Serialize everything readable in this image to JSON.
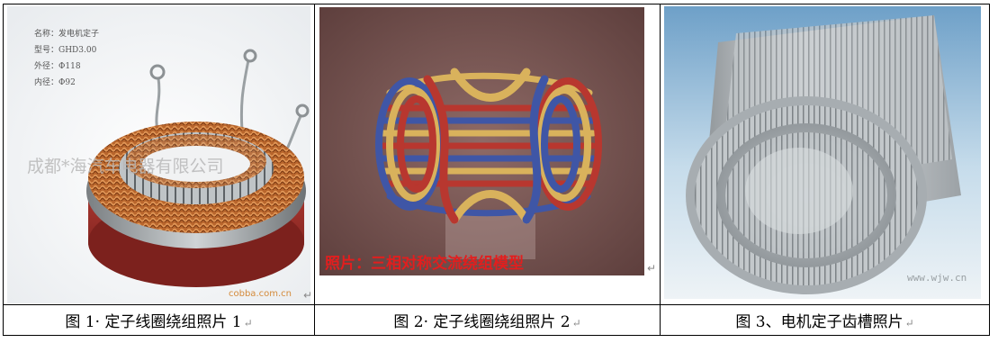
{
  "photo1": {
    "spec": {
      "name": "名称：发电机定子",
      "model": "型号：GHD3.00",
      "outer_diameter": "外径：Φ118",
      "inner_diameter": "内径：Φ92"
    },
    "watermark": "成都*海汽车电器有限公司",
    "site_watermark": "cobba.com.cn"
  },
  "photo2": {
    "overlay_text": "照片：三相对称交流绕组模型"
  },
  "photo3": {
    "site_watermark": "www.wjw.cn"
  },
  "captions": {
    "c1": "图 1· 定子线圈绕组照片 1",
    "c2": "图 2· 定子线圈绕组照片 2",
    "c3": "图 3、电机定子齿槽照片"
  },
  "marks": {
    "paragraph_return": "↵"
  }
}
